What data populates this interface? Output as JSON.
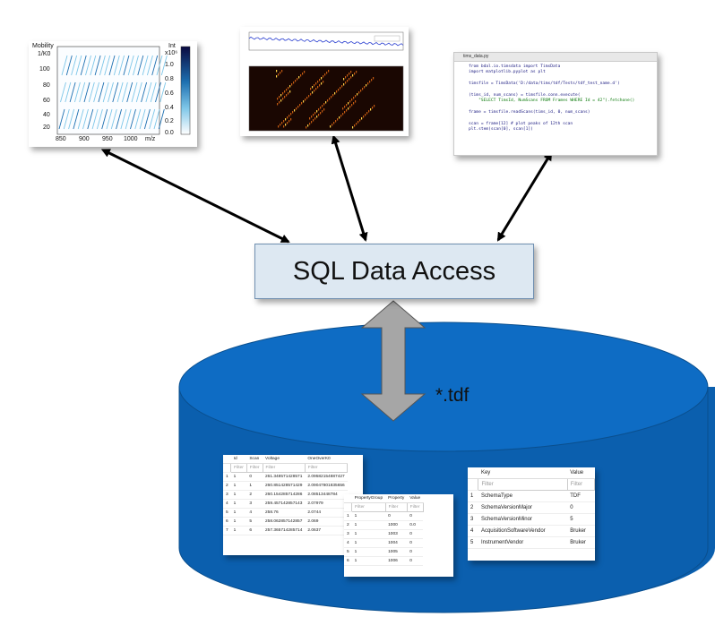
{
  "heatmap_panel": {
    "y_axis_label_1": "Mobility",
    "y_axis_label_2": "1/K0",
    "y_ticks": [
      "100",
      "80",
      "60",
      "40",
      "20"
    ],
    "x_ticks": [
      "850",
      "900",
      "950",
      "1000"
    ],
    "x_axis_label": "m/z",
    "colorbar_label_1": "Int",
    "colorbar_label_2": "x10⁶",
    "colorbar_ticks": [
      "1.0",
      "0.8",
      "0.6",
      "0.4",
      "0.2",
      "0.0"
    ]
  },
  "code_panel": {
    "tab_label": "tims_data.py",
    "lines": [
      "from bdal.io.timsdata import TimsData",
      "import matplotlib.pyplot as plt",
      "",
      "timsfile = TimsData('D:/data/tims/tdf/Tests/tdf_test_name.d')",
      "",
      "(tims_id, num_scans) = timsfile.conn.execute(",
      "    \"SELECT TimsId, NumScans FROM Frames WHERE Id = 42\").fetchone()",
      "",
      "frame = timsfile.readScans(tims_id, 0, num_scans)",
      "",
      "scan = frame[12] # plot peaks of 12th scan",
      "plt.stem(scan[0], scan[1])"
    ]
  },
  "sql_box_label": "SQL Data Access",
  "tdf_label": "*.tdf",
  "table_frames": {
    "headers": [
      "",
      "Id",
      "Scan",
      "Voltage",
      "OneOverK0"
    ],
    "filter_placeholder": "Filter",
    "rows": [
      [
        "1",
        "1",
        "0",
        "261.348571428571",
        "2.09582154887427"
      ],
      [
        "2",
        "1",
        "1",
        "260.851428571429",
        "2.09047801835656"
      ],
      [
        "3",
        "1",
        "2",
        "260.154285714286",
        "2.08513448784"
      ],
      [
        "4",
        "1",
        "3",
        "259.457142857143",
        "2.07979"
      ],
      [
        "5",
        "1",
        "4",
        "258.76",
        "2.0744"
      ],
      [
        "6",
        "1",
        "5",
        "258.062857142857",
        "2.069"
      ],
      [
        "7",
        "1",
        "6",
        "257.365714285714",
        "2.0637"
      ]
    ]
  },
  "table_properties": {
    "headers": [
      "",
      "PropertyGroup",
      "Property",
      "Value"
    ],
    "filter_placeholder": "Filter",
    "rows": [
      [
        "1",
        "1",
        "0",
        "0"
      ],
      [
        "2",
        "1",
        "1000",
        "0.0"
      ],
      [
        "3",
        "1",
        "1003",
        "0"
      ],
      [
        "4",
        "1",
        "1004",
        "0"
      ],
      [
        "5",
        "1",
        "1005",
        "0"
      ],
      [
        "6",
        "1",
        "1006",
        "0"
      ]
    ]
  },
  "table_metadata": {
    "headers": [
      "",
      "Key",
      "Value"
    ],
    "filter_placeholder": "Filter",
    "rows": [
      [
        "1",
        "SchemaType",
        "TDF"
      ],
      [
        "2",
        "SchemaVersionMajor",
        "0"
      ],
      [
        "3",
        "SchemaVersionMinor",
        "5"
      ],
      [
        "4",
        "AcquisitionSoftwareVendor",
        "Bruker"
      ],
      [
        "5",
        "InstrumentVendor",
        "Bruker"
      ]
    ]
  },
  "colors": {
    "cylinder_fill": "#0b63b4",
    "cylinder_dark": "#0a4f8e",
    "sql_box_fill": "#dde8f2",
    "arrow_fill": "#a6a6a6"
  }
}
